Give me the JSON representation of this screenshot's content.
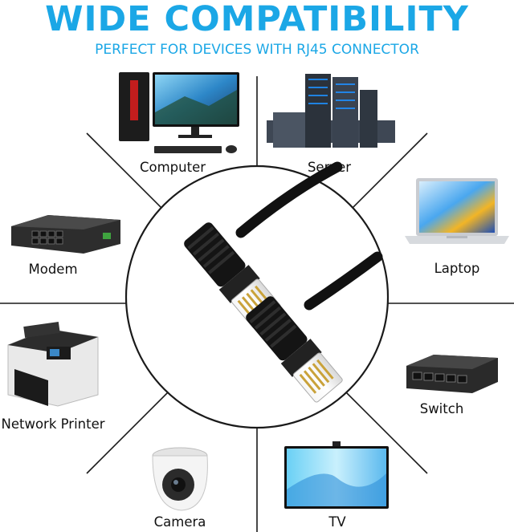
{
  "header": {
    "title": "WIDE COMPATIBILITY",
    "subtitle": "PERFECT FOR DEVICES WITH RJ45 CONNECTOR"
  },
  "devices": [
    {
      "label": "Computer",
      "icon": "computer-icon"
    },
    {
      "label": "Server",
      "icon": "server-icon"
    },
    {
      "label": "Modem",
      "icon": "modem-icon"
    },
    {
      "label": "Laptop",
      "icon": "laptop-icon"
    },
    {
      "label": "Network Printer",
      "icon": "printer-icon"
    },
    {
      "label": "Switch",
      "icon": "switch-icon"
    },
    {
      "label": "Camera",
      "icon": "camera-icon"
    },
    {
      "label": "TV",
      "icon": "tv-icon"
    }
  ],
  "colors": {
    "accent": "#1ba7e6",
    "text": "#111111",
    "lines": "#1a1a1a"
  }
}
